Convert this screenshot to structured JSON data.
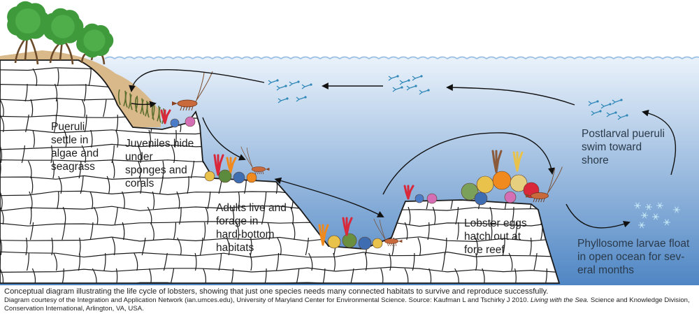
{
  "labels": {
    "pueruli_settle": "Pueruli\nsettle in\nalgae and\nseagrass",
    "juveniles_hide": "Juveniles hide\nunder\nsponges and\ncorals",
    "adults_live": "Adults live and\nforage in\nhard-bottom\nhabitats",
    "lobster_eggs": "Lobster eggs\nhatch out at\nfore reef",
    "postlarval": "Postlarval pueruli\nswim toward\nshore",
    "phyllosome": "Phyllosome larvae float\nin open ocean for sev-\neral months"
  },
  "caption": {
    "main": "Conceptual diagram illustrating the life cycle of lobsters, showing that just one species needs many connected habitats to survive and reproduce successfully.",
    "credit_a": "Diagram courtesy of the Integration and Application Network (ian.umces.edu), University of Maryland Center for Environmental Science.  Source:  Kaufman L and Tschirky J 2010.  ",
    "credit_title": "Living with the Sea.",
    "credit_b": "  Science and Knowledge Division,",
    "credit_c": "Conservation International, Arlington, VA, USA."
  },
  "colors": {
    "water_top": "#eaf2fb",
    "water_bottom": "#4f86c4",
    "rock_fill": "#ffffff",
    "rock_line": "#1a1a1a",
    "sand": "#d9b98a",
    "tree_canopy": "#3f9a3c",
    "mangrove_root": "#6b4a2a",
    "coral_red": "#d8283a",
    "coral_orange": "#f08a1e",
    "coral_yellow": "#e8c24a",
    "sponge_pink": "#d46fb5",
    "larva": "#2f87b8",
    "phyllosome": "#bfe3f3",
    "lobster": "#c86a3c"
  },
  "icons": [
    "mangrove-tree-icon",
    "lobster-icon",
    "coral-icon",
    "sponge-icon",
    "seagrass-icon",
    "puerulus-icon",
    "phyllosome-icon",
    "arrow-icon"
  ]
}
